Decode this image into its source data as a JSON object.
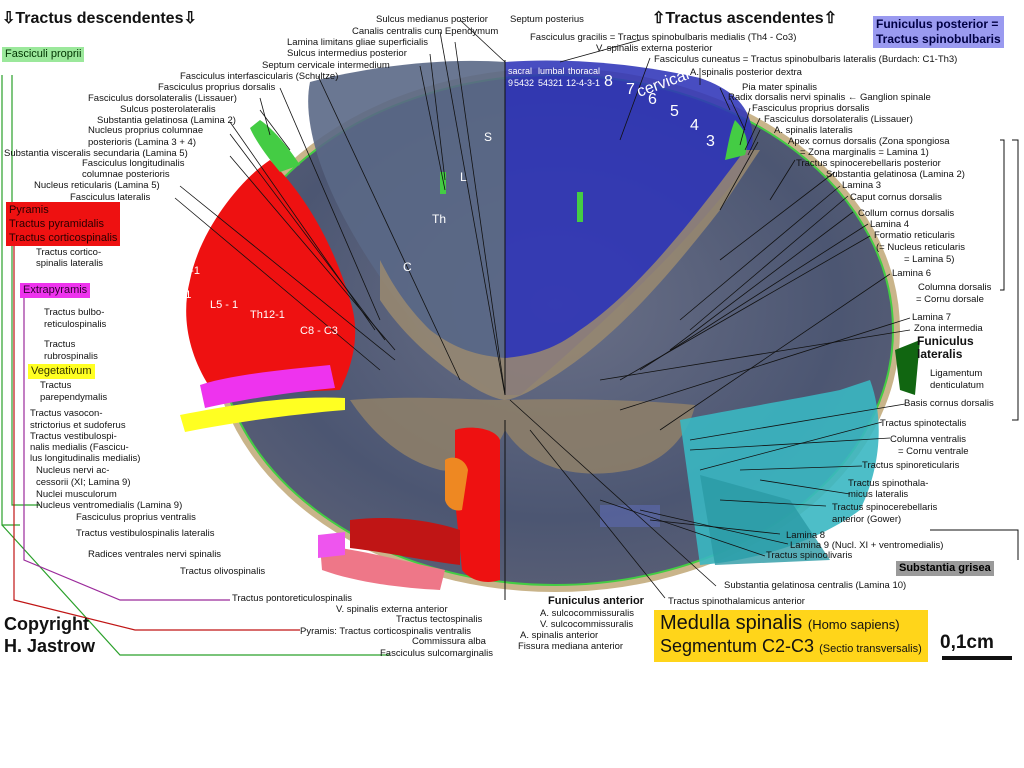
{
  "headers": {
    "descending": "⇩Tractus descendentes⇩",
    "ascending": "⇧Tractus ascendentes⇧"
  },
  "tags": {
    "fasciculi_proprii": "Fasciculi proprii",
    "pyramis": [
      "Pyramis",
      "Tractus pyramidalis",
      "Tractus corticospinalis"
    ],
    "extrapyramis": "Extrapyramis",
    "vegetativum": "Vegetativum",
    "funiculus_posterior": [
      "Funiculus posterior =",
      "Tractus spinobulbaris"
    ],
    "substantia_grisea": "Substantia grisea"
  },
  "title": {
    "line1_main": "Medulla spinalis",
    "line1_sub": "(Homo sapiens)",
    "line2_main": "Segmentum C2-C3",
    "line2_sub": "(Sectio transversalis)"
  },
  "scale": "0,1cm",
  "copyright": [
    "Copyright",
    "H. Jastrow"
  ],
  "labels_top": [
    "Sulcus medianus posterior",
    "Septum posterius",
    "Canalis centralis cum Ependymum",
    "Lamina limitans gliae superficialis",
    "Sulcus intermedius posterior",
    "Septum cervicale intermedium",
    "Fasciculus interfascicularis (Schultze)",
    "Fasciculus proprius dorsalis"
  ],
  "labels_left": [
    "Fasciculus dorsolateralis (Lissauer)",
    "Sulcus posterolateralis",
    "Substantia gelatinosa (Lamina 2)",
    "Nucleus proprius columnae",
    "posterioris (Lamina 3 + 4)",
    "Substantia visceralis secundaria (Lamina 5)",
    "Fasciculus longitudinalis",
    "columnae posterioris",
    "Nucleus reticularis (Lamina 5)",
    "Fasciculus lateralis"
  ],
  "labels_left_low": [
    "Tractus cortico-",
    "spinalis lateralis",
    "Tractus bulbo-",
    "reticulospinalis",
    "Tractus",
    "rubrospinalis",
    "Tractus",
    "parependymalis",
    "Tractus vasocon-",
    "strictorius et sudoferus",
    "Tractus vestibulospi-",
    "nalis medialis (Fascicu-",
    "lus longitudinalis medialis)",
    "Nucleus nervi ac-",
    "cessorii (XI; Lamina 9)",
    "Nuclei musculorum",
    "Nucleus ventromedialis (Lamina 9)",
    "Fasciculus proprius ventralis",
    "Tractus vestibulospinalis lateralis",
    "Radices ventrales nervi spinalis",
    "Tractus olivospinalis"
  ],
  "labels_bottom": [
    "Tractus pontoreticulospinalis",
    "V. spinalis externa anterior",
    "Tractus tectospinalis",
    "Commissura alba",
    "Pyramis: Tractus corticospinalis ventralis",
    "Fasciculus sulcomarginalis",
    "A. sulcocommissuralis",
    "V. sulcocommissuralis",
    "A. spinalis anterior",
    "Fissura mediana anterior",
    "Funiculus anterior",
    "Tractus spinothalamicus anterior",
    "Substantia gelatinosa centralis (Lamina 10)"
  ],
  "labels_right_top": [
    "Fasciculus gracilis = Tractus spinobulbaris medialis (Th4 - Co3)",
    "V. spinalis externa posterior",
    "Fasciculus cuneatus = Tractus spinobulbaris lateralis (Burdach: C1-Th3)",
    "A. spinalis posterior dextra",
    "Pia mater spinalis",
    "Radix dorsalis nervi spinalis ← Ganglion spinale",
    "Fasciculus proprius dorsalis",
    "Fasciculus dorsolateralis (Lissauer)",
    "A. spinalis lateralis"
  ],
  "labels_right": [
    "Apex cornus dorsalis (Zona spongiosa",
    "= Zona marginalis = Lamina 1)",
    "Tractus spinocerebellaris posterior",
    "Substantia gelatinosa (Lamina 2)",
    "Lamina 3",
    "Caput cornus dorsalis",
    "Collum cornus dorsalis",
    "Lamina 4",
    "Formatio reticularis",
    "(= Nucleus reticularis",
    "= Lamina 5)",
    "Lamina 6",
    "Columna dorsalis",
    "= Cornu dorsale",
    "Lamina 7",
    "Zona intermedia",
    "Funiculus",
    "lateralis",
    "Ligamentum",
    "denticulatum",
    "Basis cornus dorsalis",
    "Tractus spinotectalis",
    "Columna ventralis",
    "= Cornu ventrale",
    "Tractus spinoreticularis",
    "Tractus spinothala-",
    "micus lateralis",
    "Tractus spinocerebellaris",
    "anterior (Gower)",
    "Lamina 8",
    "Lamina 9 (Nucl. XI + ventromedialis)",
    "Tractus spinoolivaris"
  ],
  "inner_labels": {
    "left_segments": [
      "Co3-1",
      "S5 - 1",
      "L5 - 1",
      "Th12-1",
      "C8 - C3"
    ],
    "right_segments": [
      "sacral",
      "lumbal",
      "thoracal",
      "9",
      "5432",
      "54321",
      "12-4-3-1",
      "8",
      "7",
      "6",
      "5",
      "4",
      "3"
    ],
    "cervical": "cervical",
    "S": "S",
    "L": "L",
    "Th": "Th",
    "C": "C"
  },
  "colors": {
    "pyramis": "#ee1111",
    "extrapyramis": "#ee33ee",
    "vegetativum": "#ffff22",
    "posterior": "#3333cc",
    "cyan_tract": "#3ab7c2",
    "proprius": "#44cc44",
    "gray_matter": "#9a8a70",
    "white_matter": "#4f5a78"
  }
}
